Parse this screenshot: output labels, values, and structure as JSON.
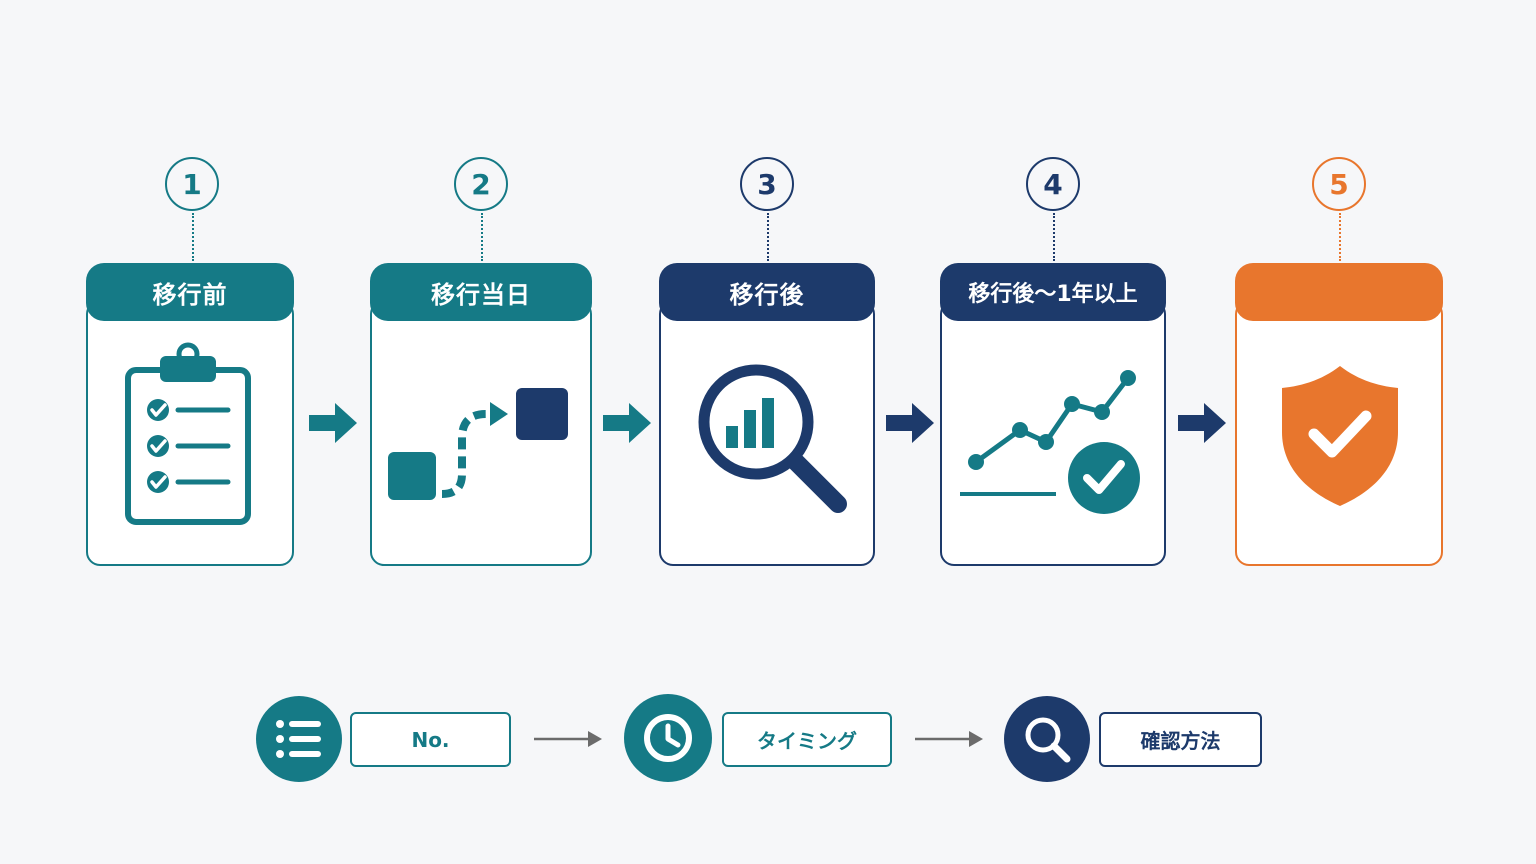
{
  "colors": {
    "teal": "#157a86",
    "navy": "#1d3a6b",
    "orange": "#e8762d",
    "background": "#f6f7f9"
  },
  "steps": [
    {
      "number": "1",
      "title": "移行前",
      "icon": "clipboard-checklist-icon"
    },
    {
      "number": "2",
      "title": "移行当日",
      "icon": "migration-path-icon"
    },
    {
      "number": "3",
      "title": "移行後",
      "icon": "magnifier-chart-icon"
    },
    {
      "number": "4",
      "title": "移行後〜1年以上",
      "icon": "trend-line-check-icon"
    },
    {
      "number": "5",
      "title": "",
      "icon": "shield-check-icon"
    }
  ],
  "legend": {
    "items": [
      {
        "label": "No.",
        "icon": "list-icon"
      },
      {
        "label": "タイミング",
        "icon": "clock-icon"
      },
      {
        "label": "確認方法",
        "icon": "search-icon"
      }
    ]
  }
}
